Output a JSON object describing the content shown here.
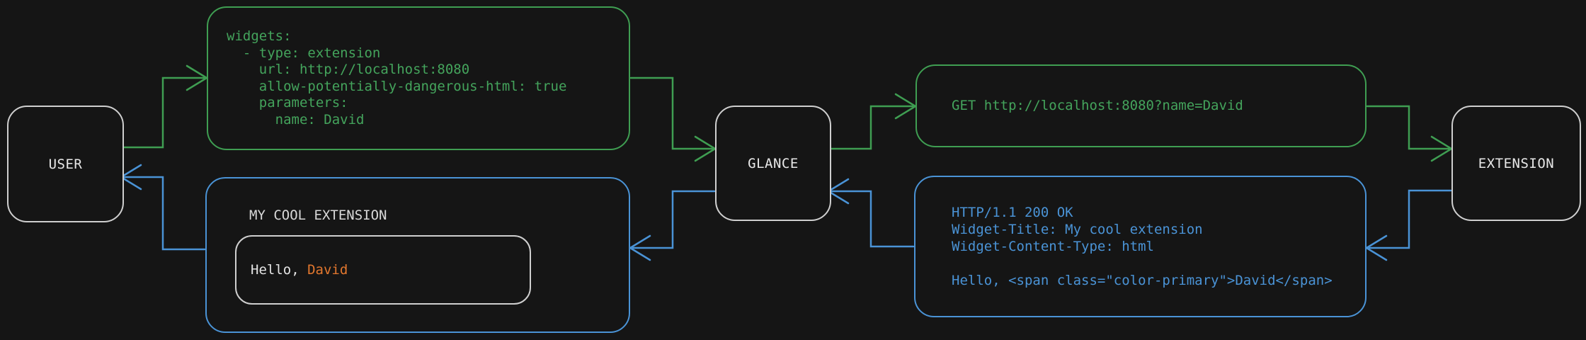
{
  "nodes": {
    "user": "USER",
    "glance": "GLANCE",
    "extension": "EXTENSION"
  },
  "yaml_config": {
    "lines": [
      "widgets:",
      "  - type: extension",
      "    url: http://localhost:8080",
      "    allow-potentially-dangerous-html: true",
      "    parameters:",
      "      name: David"
    ]
  },
  "request": {
    "text": "GET http://localhost:8080?name=David"
  },
  "response": {
    "lines": [
      "HTTP/1.1 200 OK",
      "Widget-Title: My cool extension",
      "Widget-Content-Type: html",
      "",
      "Hello, <span class=\"color-primary\">David</span>"
    ]
  },
  "widget_preview": {
    "title": "MY COOL EXTENSION",
    "greeting_prefix": "Hello, ",
    "greeting_name": "David"
  },
  "colors": {
    "green": "#3f9e52",
    "blue": "#4a93d6",
    "orange": "#e2772e",
    "node_border": "#cfcfcf",
    "text": "#e8e8e8",
    "background": "#151515"
  }
}
